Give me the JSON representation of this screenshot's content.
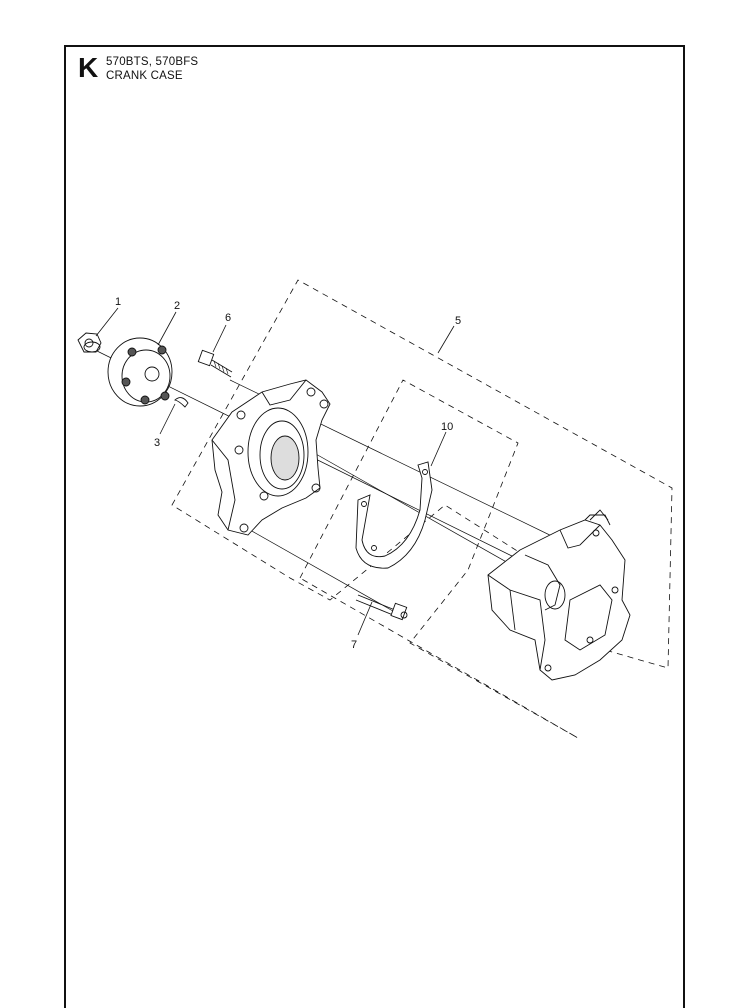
{
  "header": {
    "section_letter": "K",
    "models": "570BTS, 570BFS",
    "title": "CRANK CASE"
  },
  "callouts": [
    {
      "id": "part-1",
      "label": "1"
    },
    {
      "id": "part-2",
      "label": "2"
    },
    {
      "id": "part-3",
      "label": "3"
    },
    {
      "id": "part-5",
      "label": "5"
    },
    {
      "id": "part-6",
      "label": "6"
    },
    {
      "id": "part-7",
      "label": "7"
    },
    {
      "id": "part-10",
      "label": "10"
    }
  ]
}
